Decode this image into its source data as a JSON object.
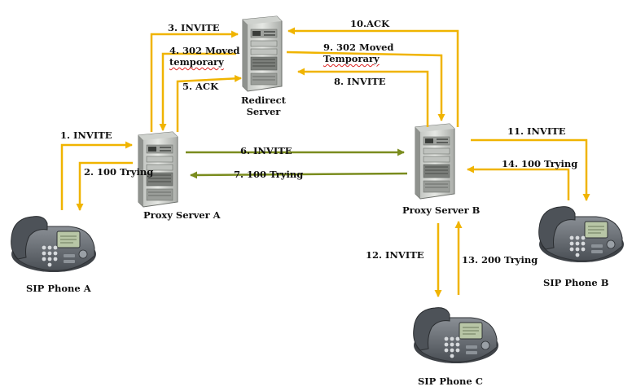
{
  "nodes": {
    "redirect_server": "Redirect\nServer",
    "proxy_a": "Proxy Server A",
    "proxy_b": "Proxy Server B",
    "phone_a": "SIP Phone A",
    "phone_b": "SIP Phone B",
    "phone_c": "SIP Phone C"
  },
  "messages": {
    "m1": "1. INVITE",
    "m2": "2. 100 Trying",
    "m3": "3. INVITE",
    "m4_line1": "4. 302 Moved",
    "m4_line2": "temporary",
    "m5": "5. ACK",
    "m6": "6. INVITE",
    "m7": "7. 100 Trying",
    "m8": "8. INVITE",
    "m9_line1": "9. 302 Moved",
    "m9_line2": "Temporary",
    "m10": "10.ACK",
    "m11": "11. INVITE",
    "m12": "12. INVITE",
    "m13": "13. 200 Trying",
    "m14": "14. 100 Trying"
  },
  "colors": {
    "yellow_arrow": "#f0b400",
    "green_arrow": "#7a8c1e",
    "server_body": "#d8dad6",
    "phone_body": "#5f6368"
  }
}
